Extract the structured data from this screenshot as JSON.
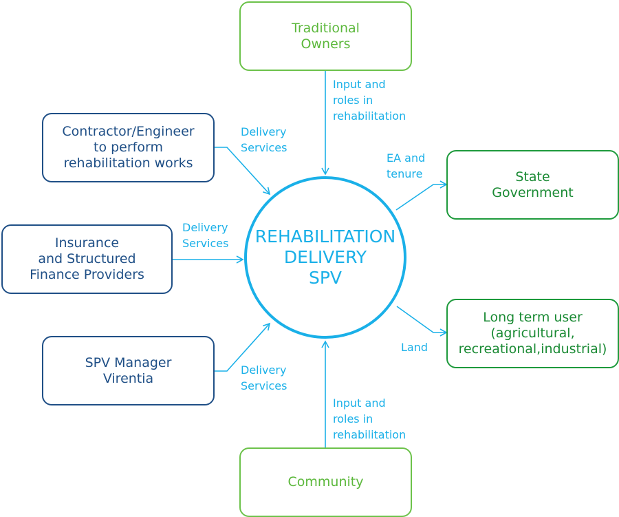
{
  "center": {
    "title": "REHABILITATION\nDELIVERY\nSPV"
  },
  "boxes": {
    "traditional_owners": "Traditional\nOwners",
    "contractor": "Contractor/Engineer\nto perform\nrehabilitation works",
    "state_government": "State\nGovernment",
    "insurance": "Insurance\nand Structured\nFinance Providers",
    "long_term_user": "Long term user\n(agricultural,\nrecreational,industrial)",
    "spv_manager": "SPV Manager\nVirentia",
    "community": "Community"
  },
  "labels": {
    "top_input": "Input and\nroles in\nrehabilitation",
    "contractor_delivery": "Delivery\nServices",
    "insurance_delivery": "Delivery\nServices",
    "spv_delivery": "Delivery\nServices",
    "ea_tenure": "EA and\ntenure",
    "land": "Land",
    "bottom_input": "Input and\nroles in\nrehabilitation"
  },
  "colors": {
    "navy": "#1f4f86",
    "cyan": "#1ab0e8",
    "light_green": "#6cc24a",
    "dark_green": "#1e9a3c"
  }
}
